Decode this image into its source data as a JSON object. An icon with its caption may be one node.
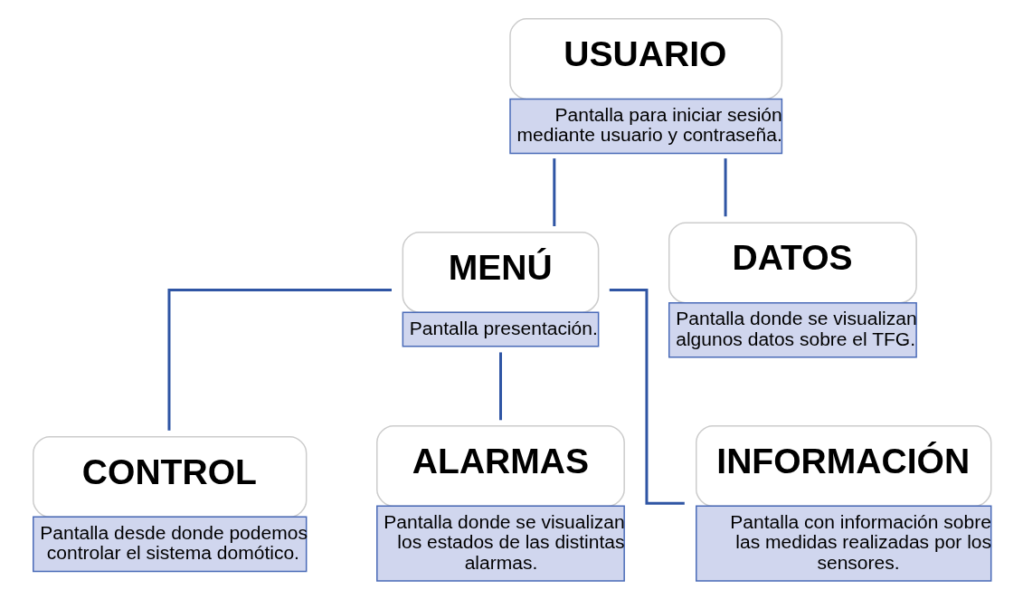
{
  "diagram": {
    "nodes": [
      {
        "text": [
          "USUARIO",
          "Pantalla para iniciar sesión mediante usuario y contraseña."
        ]
      },
      {
        "text": [
          "MENÚ",
          "Pantalla presentación."
        ]
      },
      {
        "text": [
          "DATOS",
          "Pantalla donde se visualizan algunos datos sobre el TFG."
        ]
      },
      {
        "text": [
          "CONTROL",
          "Pantalla desde donde podemos controlar el sistema domótico."
        ]
      },
      {
        "text": [
          "ALARMAS",
          "Pantalla donde se visualizan los estados de las distintas alarmas."
        ]
      },
      {
        "text": [
          "INFORMACIÓN",
          "Pantalla con información sobre las medidas realizadas por los sensores."
        ]
      }
    ],
    "edges": [
      {
        "from": 0,
        "to": 1,
        "arrow": "none"
      },
      {
        "from": 0,
        "to": 2,
        "arrow": "none"
      },
      {
        "from": 1,
        "to": 3,
        "arrow": "none"
      },
      {
        "from": 1,
        "to": 4,
        "arrow": "none"
      },
      {
        "from": 1,
        "to": 5,
        "arrow": "none"
      }
    ]
  }
}
